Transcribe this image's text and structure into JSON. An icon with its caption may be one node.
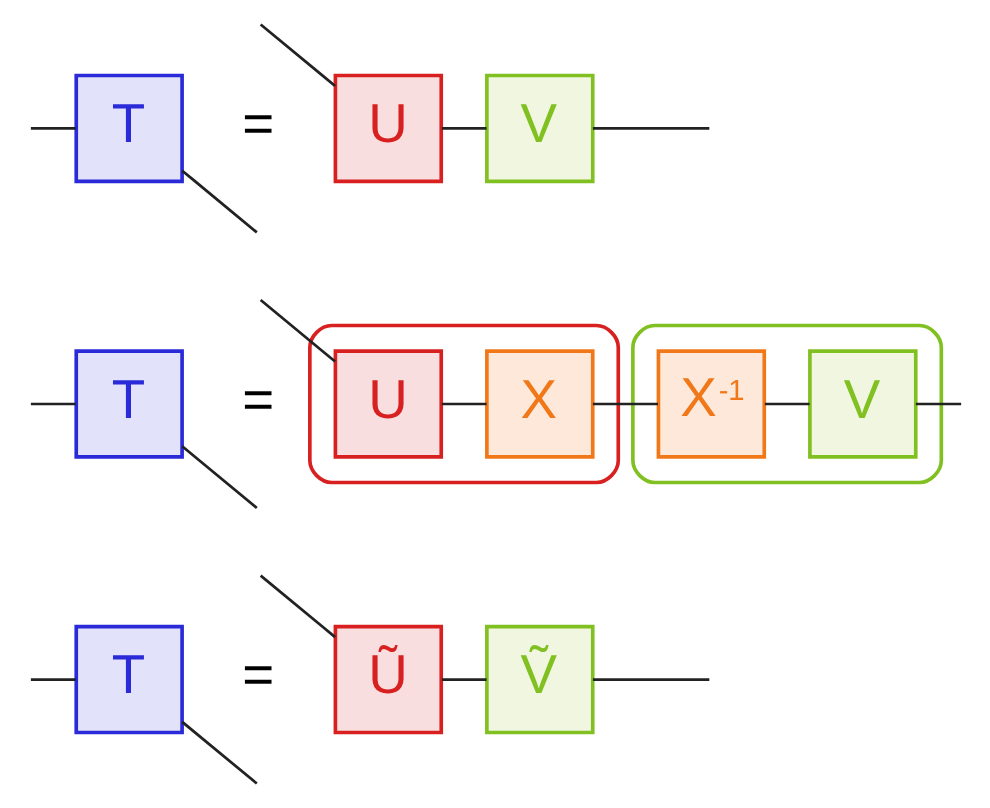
{
  "diagram": {
    "nodes": [
      {
        "text": [
          "T"
        ]
      },
      {
        "text": [
          "U"
        ]
      },
      {
        "text": [
          "V"
        ]
      },
      {
        "text": [
          "T"
        ]
      },
      {
        "text": [],
        "shape": "loop"
      },
      {
        "text": [
          "U"
        ],
        "in": 4
      },
      {
        "text": [
          "X"
        ],
        "in": 4
      },
      {
        "text": [],
        "shape": "loop"
      },
      {
        "text": [
          "X$^{-1}$"
        ],
        "in": 7
      },
      {
        "text": [
          "V"
        ],
        "in": 7
      },
      {
        "text": [
          "T"
        ]
      },
      {
        "text": [
          "Ũ"
        ]
      },
      {
        "text": [
          "Ṽ"
        ]
      }
    ],
    "edges": [
      {
        "from": null,
        "to": 0,
        "arrow": "none"
      },
      {
        "from": 0,
        "to": null,
        "arrow": "none"
      },
      {
        "from": null,
        "to": 1,
        "arrow": "none"
      },
      {
        "from": 1,
        "to": 2,
        "arrow": "none"
      },
      {
        "from": 2,
        "to": null,
        "arrow": "none"
      },
      {
        "from": null,
        "to": 3,
        "arrow": "none"
      },
      {
        "from": 3,
        "to": null,
        "arrow": "none"
      },
      {
        "from": null,
        "to": 5,
        "arrow": "none"
      },
      {
        "from": 5,
        "to": 6,
        "arrow": "none"
      },
      {
        "from": 6,
        "to": 8,
        "arrow": "none"
      },
      {
        "from": 8,
        "to": 9,
        "arrow": "none"
      },
      {
        "from": 9,
        "to": null,
        "arrow": "none"
      },
      {
        "from": null,
        "to": 10,
        "arrow": "none"
      },
      {
        "from": 10,
        "to": null,
        "arrow": "none"
      },
      {
        "from": null,
        "to": 11,
        "arrow": "none"
      },
      {
        "from": 11,
        "to": 12,
        "arrow": "none"
      },
      {
        "from": 12,
        "to": null,
        "arrow": "none"
      }
    ],
    "labels": [
      "=",
      "=",
      "="
    ]
  }
}
